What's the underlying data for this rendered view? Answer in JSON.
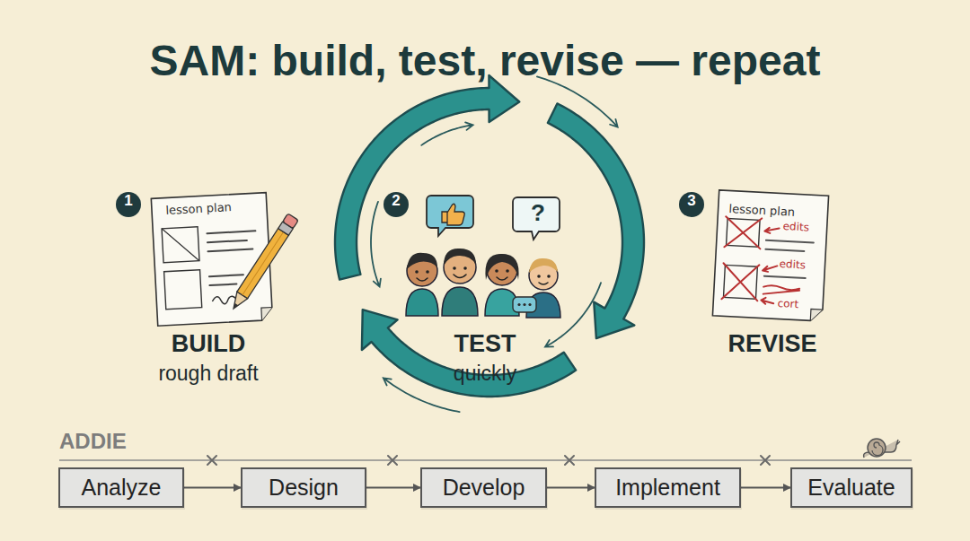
{
  "diagram": {
    "title": "SAM: build, test, revise — repeat",
    "nodes": [
      {
        "text": [
          "Analyze"
        ]
      },
      {
        "text": [
          "Design"
        ]
      },
      {
        "text": [
          "Develop"
        ]
      },
      {
        "text": [
          "Implement"
        ]
      },
      {
        "text": [
          "Evaluate"
        ]
      }
    ],
    "edges": [
      {
        "from": 0,
        "to": 1,
        "arrow": "to"
      },
      {
        "from": 1,
        "to": 2,
        "arrow": "to"
      },
      {
        "from": 2,
        "to": 3,
        "arrow": "to"
      },
      {
        "from": 3,
        "to": 4,
        "arrow": "to"
      }
    ],
    "labels": [
      "1",
      "lesson plan",
      "BUILD",
      "rough draft",
      "2",
      "?",
      "TEST",
      "quickly",
      "3",
      "lesson plan",
      "edits",
      "edits",
      "cort",
      "REVISE",
      "ADDIE"
    ]
  }
}
